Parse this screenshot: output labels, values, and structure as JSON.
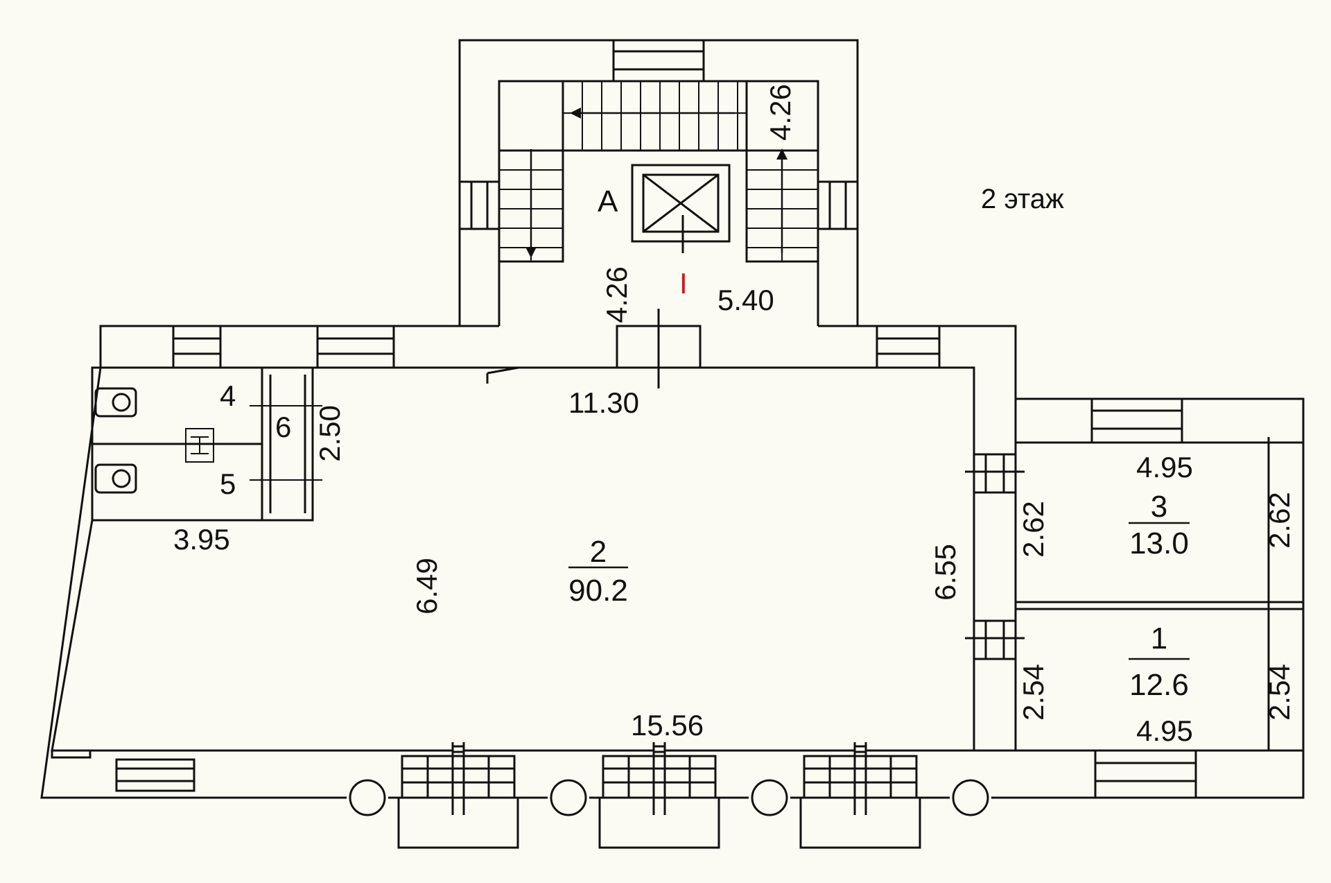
{
  "floor_label": "2 этаж",
  "stair_label": "А",
  "stair_dims": {
    "top": "4.26",
    "bottom": "4.26",
    "width": "5.40"
  },
  "section_mark": "I",
  "rooms": [
    {
      "id": "2",
      "number": "2",
      "area": "90.2"
    },
    {
      "id": "3",
      "number": "3",
      "area": "13.0"
    },
    {
      "id": "1",
      "number": "1",
      "area": "12.6"
    },
    {
      "id": "4",
      "number": "4"
    },
    {
      "id": "5",
      "number": "5"
    },
    {
      "id": "6",
      "number": "6"
    }
  ],
  "dims": {
    "hall_top": "11.30",
    "hall_bottom": "15.56",
    "hall_left": "6.49",
    "hall_right": "6.55",
    "wc_width": "3.95",
    "wc_height": "2.50",
    "room3_width": "4.95",
    "room3_left": "2.62",
    "room3_right": "2.62",
    "room1_width": "4.95",
    "room1_left": "2.54",
    "room1_right": "2.54"
  },
  "colors": {
    "line": "#111111",
    "background": "#fbfbf3",
    "section_mark": "#cc1a1a"
  }
}
